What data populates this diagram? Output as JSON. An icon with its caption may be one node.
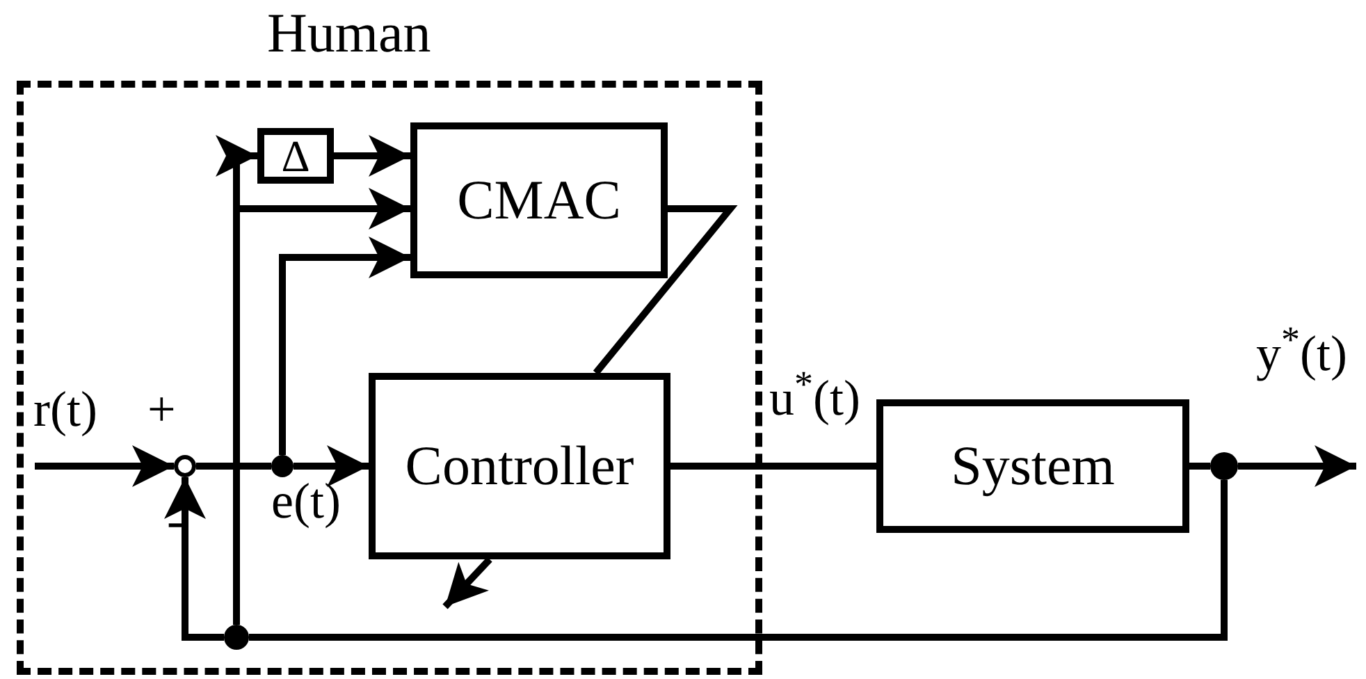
{
  "diagram": {
    "nodes": [
      {
        "text": [
          "Human"
        ]
      },
      {
        "text": [
          "Δ"
        ],
        "in": 0
      },
      {
        "text": [
          "CMAC"
        ],
        "in": 0
      },
      {
        "text": [
          "Controller"
        ],
        "in": 0
      },
      {
        "text": [
          "System"
        ]
      },
      {
        "text": [],
        "shape": "circle",
        "in": 0,
        "beside": [
          "+",
          "-"
        ]
      },
      {
        "text": [],
        "shape": "dot",
        "in": 0,
        "beside": [
          "e(t)"
        ]
      },
      {
        "text": [],
        "shape": "dot",
        "in": 0
      },
      {
        "text": [],
        "shape": "dot"
      }
    ],
    "edges": [
      {
        "from": null,
        "to": 5,
        "arrow": "to",
        "label": "r(t)"
      },
      {
        "from": 5,
        "to": 6,
        "arrow": "none"
      },
      {
        "from": 6,
        "to": 3,
        "arrow": "to"
      },
      {
        "from": 6,
        "to": 2,
        "arrow": "to"
      },
      {
        "from": 3,
        "to": 4,
        "arrow": "none",
        "label": "u$^{*}$(t)"
      },
      {
        "from": 4,
        "to": 8,
        "arrow": "none"
      },
      {
        "from": 8,
        "to": null,
        "arrow": "to",
        "label": "y$^{*}$(t)"
      },
      {
        "from": 8,
        "to": 7,
        "arrow": "none"
      },
      {
        "from": 7,
        "to": 5,
        "arrow": "to"
      },
      {
        "from": 7,
        "to": 1,
        "arrow": "to"
      },
      {
        "from": 7,
        "to": 2,
        "arrow": "to"
      },
      {
        "from": 1,
        "to": 2,
        "arrow": "to"
      },
      {
        "from": 2,
        "to": 3,
        "arrow": "none"
      }
    ]
  }
}
